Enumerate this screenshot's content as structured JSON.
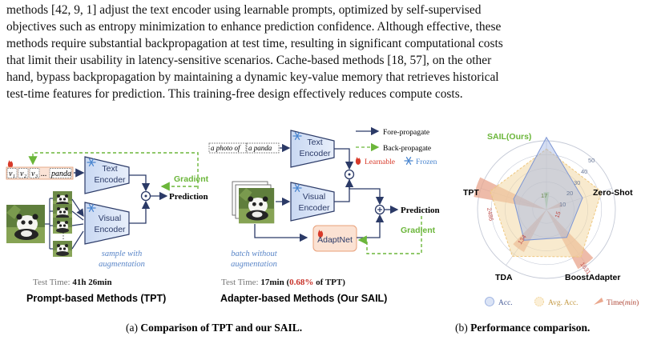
{
  "paragraph": {
    "lines": [
      "methods [42, 9, 1] adjust the text encoder using learnable prompts, optimized by self-supervised",
      "objectives such as entropy minimization to enhance prediction confidence. Although effective, these",
      "methods require substantial backpropagation at test time, resulting in significant computational costs",
      "that limit their usability in latency-sensitive scenarios. Cache-based methods [18, 57], on the other",
      "hand, bypass backpropagation by maintaining a dynamic key-value memory that retrieves historical",
      "test-time features for prediction. This training-free design effectively reduces compute costs."
    ]
  },
  "left_panel": {
    "prompt_tokens": [
      "v",
      "v",
      "v",
      "...",
      "panda"
    ],
    "prompt_subs": [
      "1",
      "2",
      "3"
    ],
    "text_encoder": [
      "Text",
      "Encoder"
    ],
    "visual_encoder": [
      "Visual",
      "Encoder"
    ],
    "gradient": "Gradient",
    "prediction": "Prediction",
    "augment_note": [
      "sample with",
      "augmentation"
    ],
    "test_time_label": "Test Time: ",
    "test_time_value": "41h 26min",
    "title": "Prompt-based Methods (TPT)"
  },
  "middle_panel": {
    "prompt_tokens": [
      "a photo of",
      "a panda"
    ],
    "text_encoder": [
      "Text",
      "Encoder"
    ],
    "visual_encoder": [
      "Visual",
      "Encoder"
    ],
    "adaptnet": "AdaptNet",
    "prediction": "Prediction",
    "gradient": "Gradient",
    "batch_note": [
      "batch without",
      "augmentation"
    ],
    "legend": {
      "fore": "Fore-propagate",
      "back": "Back-propagate",
      "learnable": "Learnable",
      "frozen": "Frozen"
    },
    "test_time_label": "Test Time: ",
    "test_time_value": "17min",
    "test_time_pct": "0.68%",
    "test_time_open": " (",
    "test_time_suffix": " of TPT)",
    "title": "Adapter-based Methods (Our SAIL)"
  },
  "radar": {
    "labels": [
      "SAIL(Ours)",
      "Zero-Shot",
      "BoostAdapter",
      "TDA",
      "TPT"
    ],
    "ring_ticks": [
      "50",
      "40",
      "30",
      "20",
      "10"
    ],
    "time_labels": [
      "17",
      "15",
      "1631",
      "134",
      "2486"
    ],
    "legend": {
      "acc": "Acc.",
      "avg": "Avg. Acc.",
      "time_prefix": "Time(",
      "time_unit": "min",
      "time_suffix": ")"
    },
    "colors": {
      "acc": "#9fb3e3",
      "avg": "#f3d9a6",
      "time": "#e8a48c",
      "sail_time": "#8ad38a"
    }
  },
  "captions": {
    "a_prefix": "(a) ",
    "a_bold": "Comparison of TPT and our SAIL.",
    "b_prefix": "(b) ",
    "b_bold": "Performance comparison."
  }
}
